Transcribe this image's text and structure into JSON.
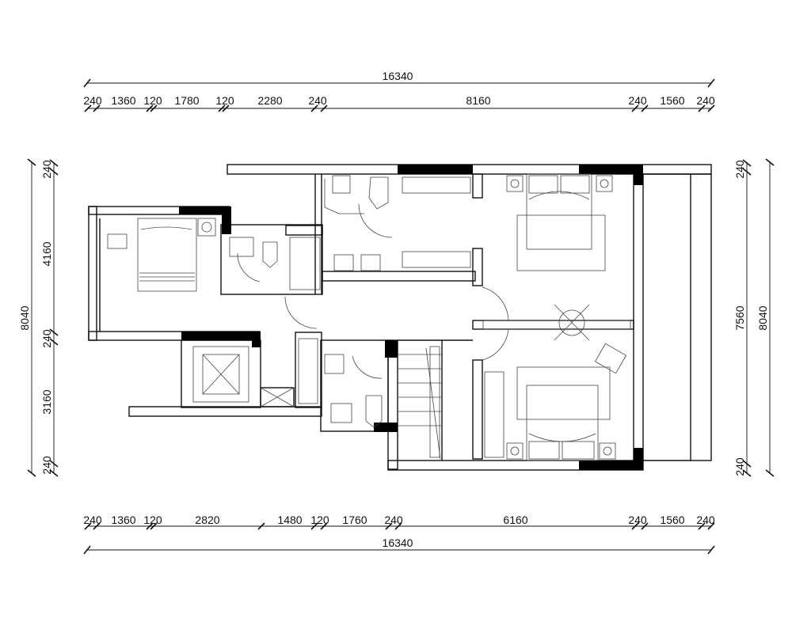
{
  "dimensions": {
    "top_total": "16340",
    "top_segments": [
      "240",
      "1360",
      "120",
      "1780",
      "120",
      "2280",
      "240",
      "8160",
      "240",
      "1560",
      "240"
    ],
    "bottom_total": "16340",
    "bottom_segments": [
      "240",
      "1360",
      "120",
      "2820",
      "1480",
      "120",
      "1760",
      "240",
      "6160",
      "240",
      "1560",
      "240"
    ],
    "left_total": "8040",
    "left_segments": [
      "240",
      "4160",
      "240",
      "3160",
      "240"
    ],
    "right_total": "8040",
    "right_inner": "7560",
    "right_segments": [
      "240",
      "240"
    ]
  }
}
